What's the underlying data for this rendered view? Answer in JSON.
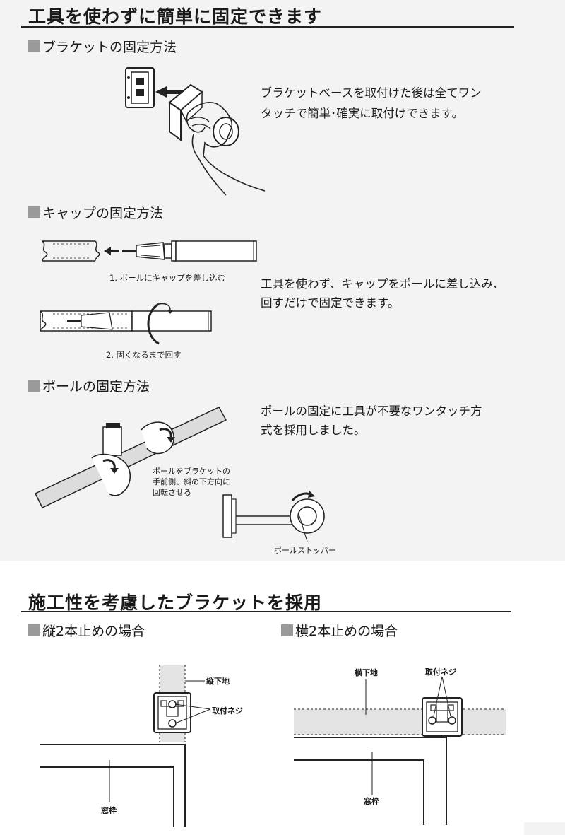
{
  "section1": {
    "title": "工具を使わずに簡単に固定できます",
    "bracket": {
      "heading": "ブラケットの固定方法",
      "desc_line1": "ブラケットベースを取付けた後は全てワン",
      "desc_line2": "タッチで簡単･確実に取付けできます。"
    },
    "cap": {
      "heading": "キャップの固定方法",
      "step1": "1. ポールにキャップを差し込む",
      "step2": "2. 固くなるまで回す",
      "desc_line1": "工具を使わず、キャップをポールに差し込み、",
      "desc_line2": "回すだけで固定できます。"
    },
    "pole": {
      "heading": "ポールの固定方法",
      "desc_line1": "ポールの固定に工具が不要なワンタッチ方",
      "desc_line2": "式を採用しました。",
      "note_line1": "ポールをブラケットの",
      "note_line2": "手前側、斜め下方向に",
      "note_line3": "回転させる",
      "stopper_label": "ポールストッパー"
    }
  },
  "section2": {
    "title": "施工性を考慮したブラケットを採用",
    "vertical": {
      "heading": "縦2本止めの場合",
      "label_stud": "縦下地",
      "label_screw": "取付ネジ",
      "label_frame": "窓枠"
    },
    "horizontal": {
      "heading": "横2本止めの場合",
      "label_stud": "横下地",
      "label_screw": "取付ネジ",
      "label_frame": "窓枠"
    }
  },
  "colors": {
    "background": "#f3f3f3",
    "heading_square": "#9a9a9a",
    "stud_fill": "#e4e4e4"
  }
}
